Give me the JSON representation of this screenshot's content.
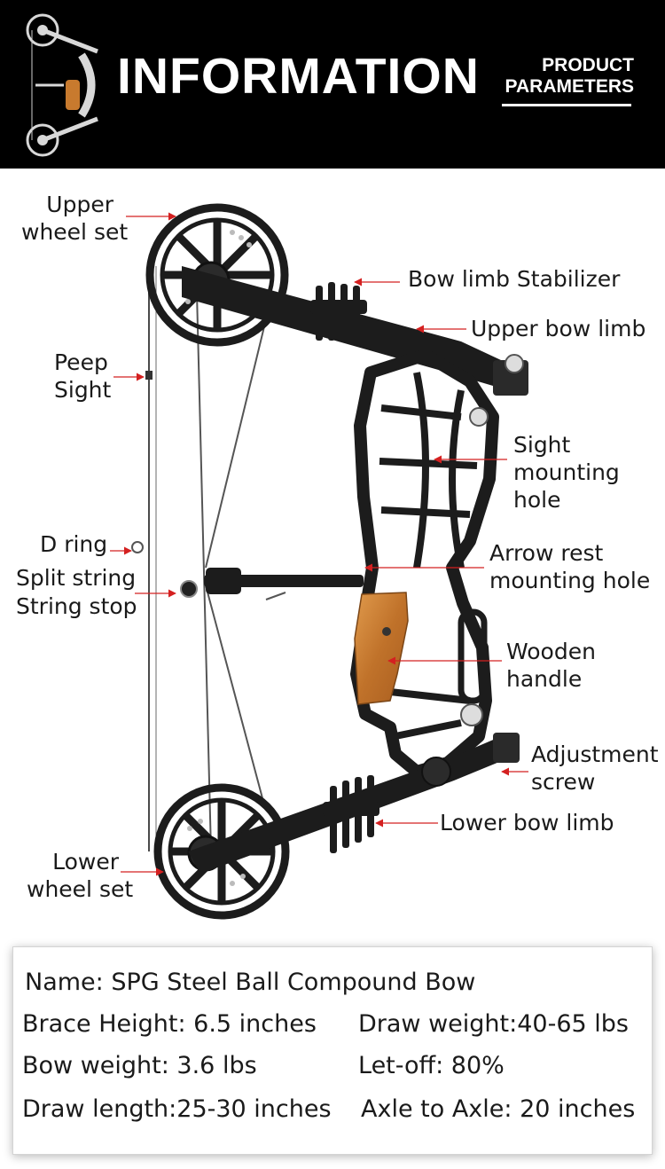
{
  "header": {
    "title": "INFORMATION",
    "subtitle_line1": "PRODUCT",
    "subtitle_line2": "PARAMETERS"
  },
  "callouts": {
    "upper_wheel_set": [
      "Upper",
      "wheel set"
    ],
    "peep_sight": [
      "Peep",
      "Sight"
    ],
    "d_ring": "D ring",
    "split_string": "Split string",
    "string_stop": "String stop",
    "lower_wheel_set": [
      "Lower",
      "wheel set"
    ],
    "bow_limb_stabilizer": "Bow limb Stabilizer",
    "upper_bow_limb": "Upper bow limb",
    "sight_mounting_hole": [
      "Sight",
      "mounting",
      "hole"
    ],
    "arrow_rest_mounting_hole": [
      "Arrow rest",
      "mounting hole"
    ],
    "wooden_handle": [
      "Wooden",
      "handle"
    ],
    "adjustment_screw": [
      "Adjustment",
      "screw"
    ],
    "lower_bow_limb": "Lower bow limb"
  },
  "specs": {
    "name": "Name: SPG Steel Ball Compound Bow",
    "brace_height": "Brace Height:  6.5 inches",
    "draw_weight": "Draw weight:40-65 lbs",
    "bow_weight": "Bow weight: 3.6 lbs",
    "let_off": "Let-off: 80%",
    "draw_length": "Draw length:25-30 inches",
    "axle_to_axle": "Axle to Axle: 20 inches"
  },
  "colors": {
    "header_bg": "#000000",
    "arrow_red": "#d42020",
    "wood": "#c87a2e",
    "metal": "#1c1c1c"
  }
}
